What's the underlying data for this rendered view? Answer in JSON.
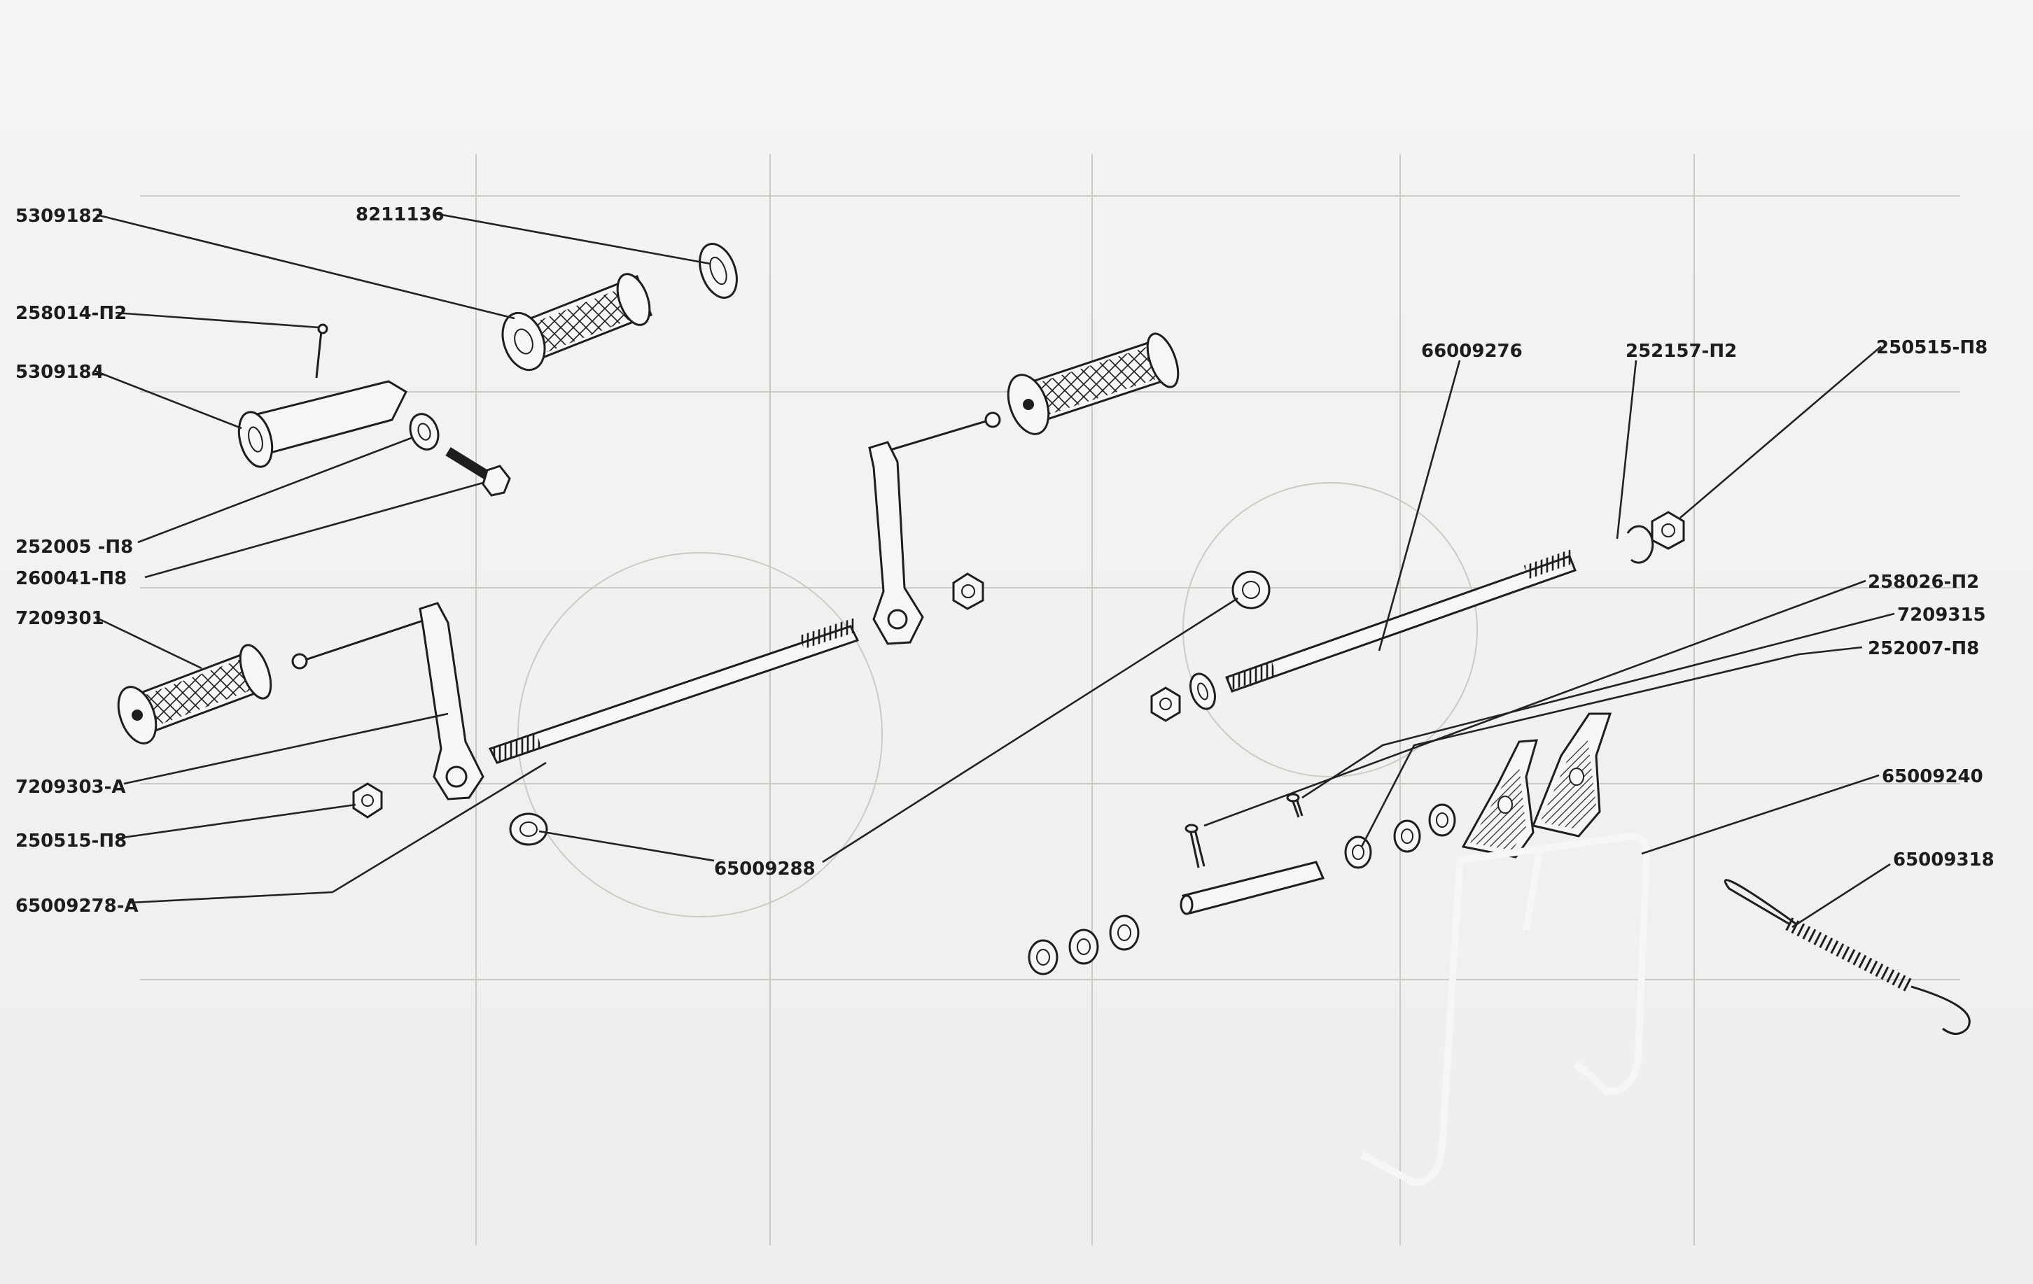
{
  "labels": {
    "p5309182": "5309182",
    "p8211136": "8211136",
    "p258014": "258014-П2",
    "p5309184": "5309184",
    "p252005": "252005 -П8",
    "p260041": "260041-П8",
    "p7209301": "7209301",
    "p7209303": "7209303-А",
    "p250515a": "250515-П8",
    "p65009278": "65009278-А",
    "p65009288": "65009288",
    "p66009276": "66009276",
    "p252157": "252157-П2",
    "p250515b": "250515-П8",
    "p258026": "258026-П2",
    "p7209315": "7209315",
    "p252007": "252007-П8",
    "p65009240": "65009240",
    "p65009318": "65009318"
  },
  "colors": {
    "ink": "#1e1e1e",
    "paper": "#f2f2f0",
    "bleed": "#c9c9c6"
  }
}
